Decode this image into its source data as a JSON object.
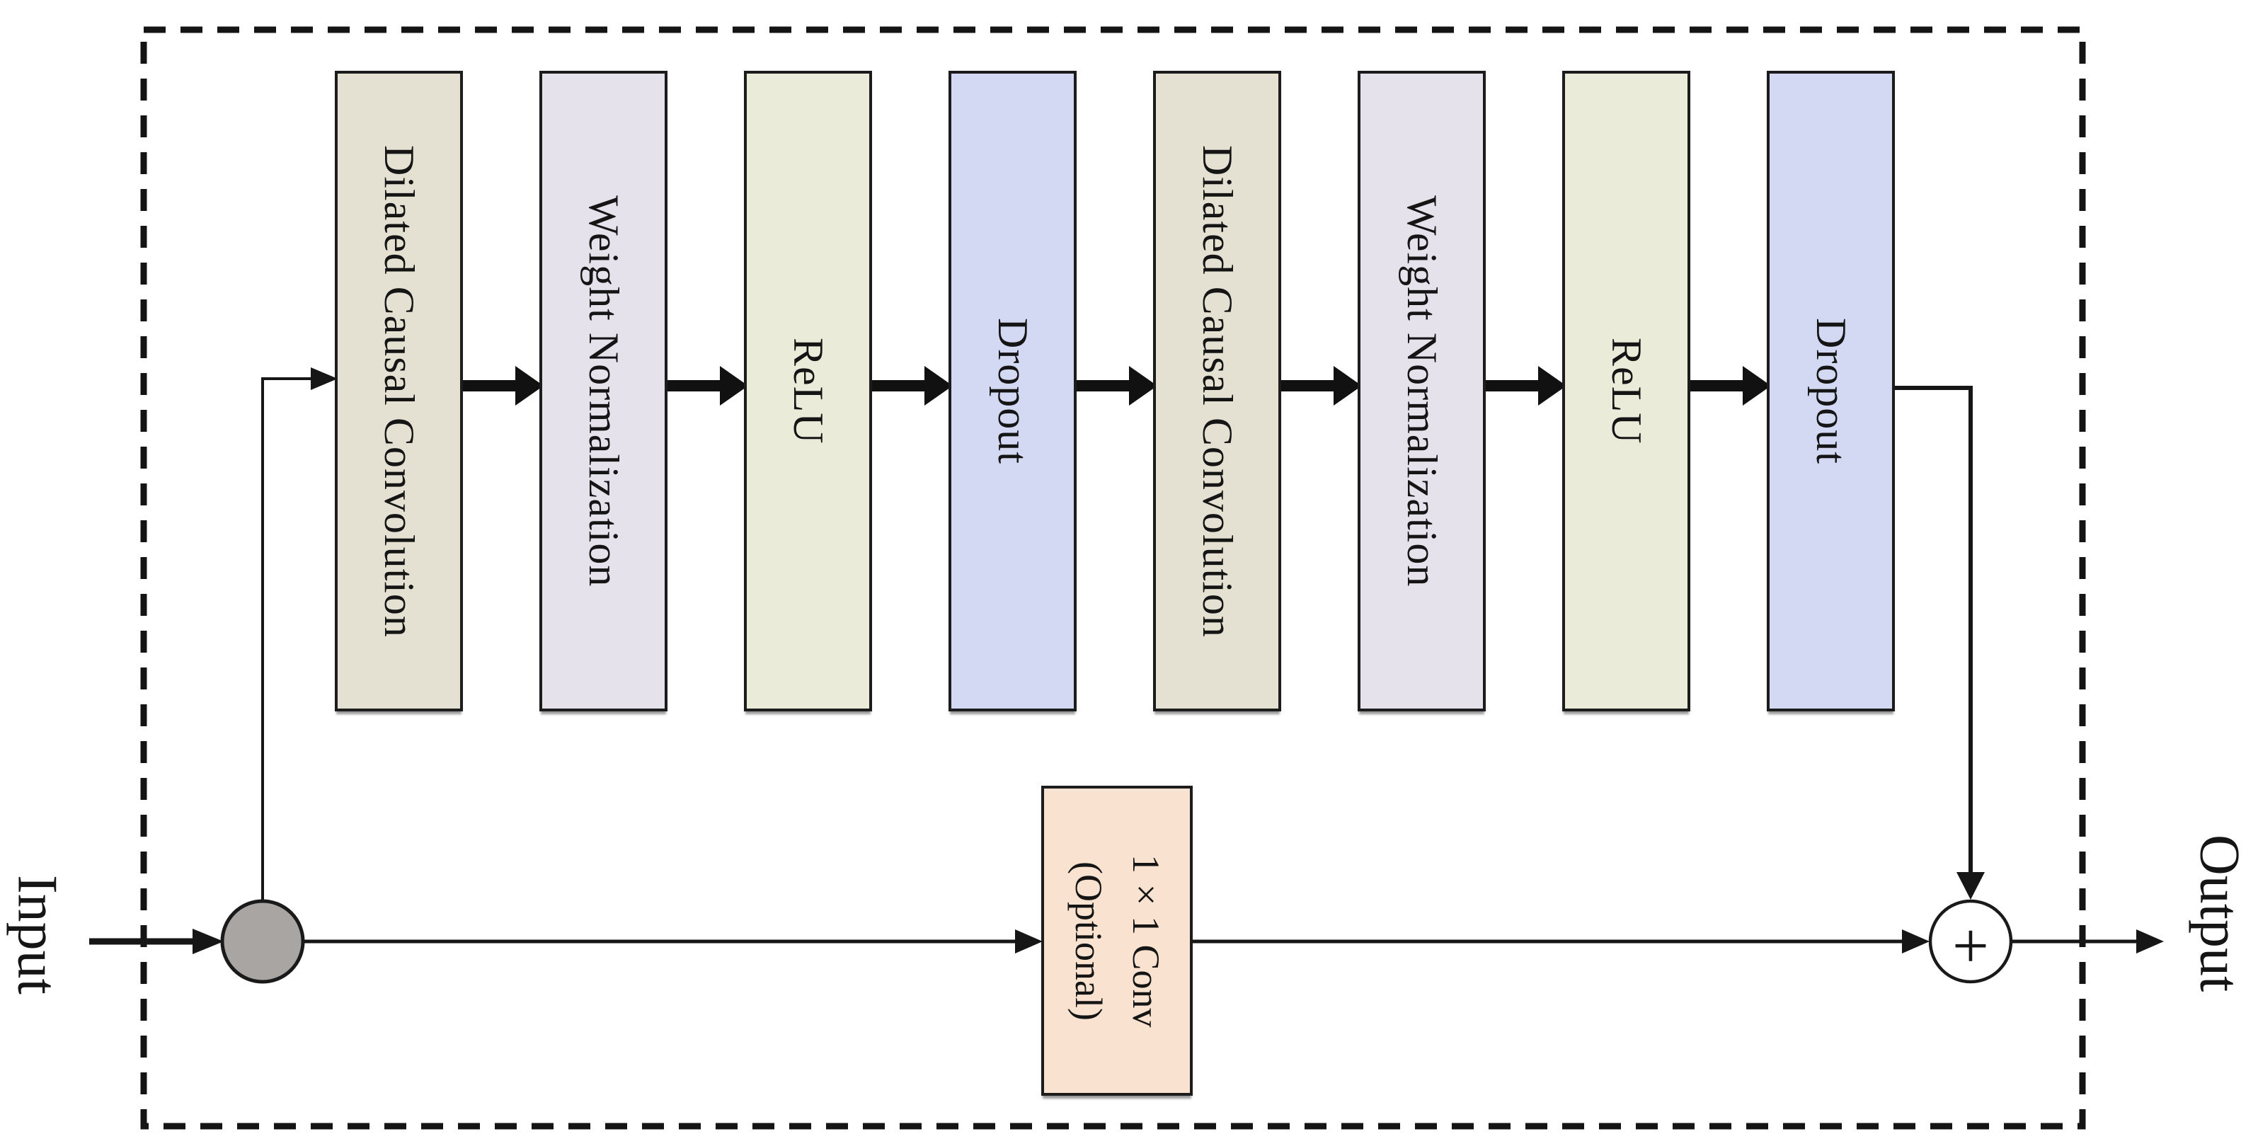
{
  "diagram": {
    "type": "neural-network-residual-block",
    "input_label": "Input",
    "output_label": "Output",
    "blocks": [
      {
        "label": "Dilated Causal Convolution",
        "color": "#e4e1d3"
      },
      {
        "label": "Weight Normalization",
        "color": "#e6e2ec"
      },
      {
        "label": "ReLU",
        "color": "#eaecd9"
      },
      {
        "label": "Dropout",
        "color": "#d3d9f2"
      },
      {
        "label": "Dilated Causal Convolution",
        "color": "#e4e1d3"
      },
      {
        "label": "Weight Normalization",
        "color": "#e6e2ec"
      },
      {
        "label": "ReLU",
        "color": "#eaecd9"
      },
      {
        "label": "Dropout",
        "color": "#d3d9f2"
      }
    ],
    "skip_block": {
      "line1": "1×1 Conv",
      "line2": "(Optional)",
      "color": "#f9e3d0"
    },
    "merge_operator": "+",
    "colors": {
      "line": "#161616",
      "dashed_border": "#141414",
      "branch_node_fill": "#a8a5a2",
      "merge_node_fill": "#ffffff",
      "block_border": "#1c1c1c",
      "text": "#151515",
      "background": "#ffffff"
    }
  }
}
